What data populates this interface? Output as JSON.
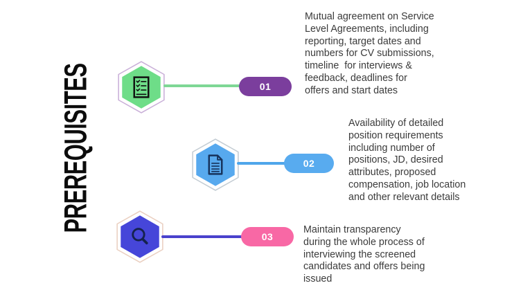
{
  "title": "PREREQUISITES",
  "items": [
    {
      "number": "01",
      "icon": "checklist-icon",
      "description": "Mutual agreement on Service\nLevel Agreements, including\nreporting, target dates and\nnumbers for CV submissions,\ntimeline  for interviews &\nfeedback, deadlines for\noffers and start dates",
      "colors": {
        "hex_fill": "#6edd88",
        "hex_outline": "#c9afd8",
        "connector": "#7ed795",
        "badge": "#7b3e9d",
        "icon": "#101010"
      }
    },
    {
      "number": "02",
      "icon": "document-icon",
      "description": "Availability of detailed\nposition requirements\nincluding number of\npositions, JD, desired\nattributes, proposed\ncompensation, job location\nand other relevant details",
      "colors": {
        "hex_fill": "#57a9ee",
        "hex_outline": "#c3ccd3",
        "connector": "#4fa6eb",
        "badge": "#58abef",
        "icon": "#17335c"
      }
    },
    {
      "number": "03",
      "icon": "magnifier-icon",
      "description": "Maintain transparency\nduring the whole process of\ninterviewing the screened\ncandidates and offers being\nissued",
      "colors": {
        "hex_fill": "#4646d9",
        "hex_outline": "#eacfc0",
        "connector": "#4a42cc",
        "badge": "#f868a5",
        "icon": "#15224e"
      }
    }
  ]
}
